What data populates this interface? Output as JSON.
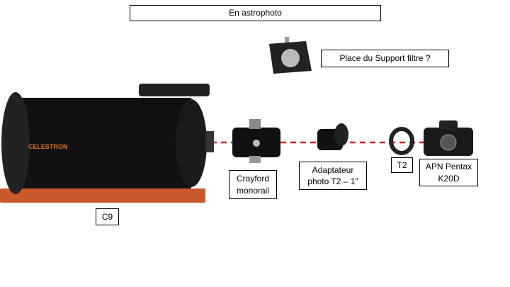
{
  "title": "En astrophoto",
  "filter_question": "Place du Support filtre ?",
  "labels": {
    "telescope": "C9",
    "crayford": "Crayford\nmonorail",
    "adapter": "Adaptateur\nphoto T2 – 1\"",
    "t2": "T2",
    "camera": "APN Pentax\nK20D"
  },
  "telescope_brand": "CELESTRON",
  "colors": {
    "line": "#c0282d",
    "base": "#c9582c"
  }
}
